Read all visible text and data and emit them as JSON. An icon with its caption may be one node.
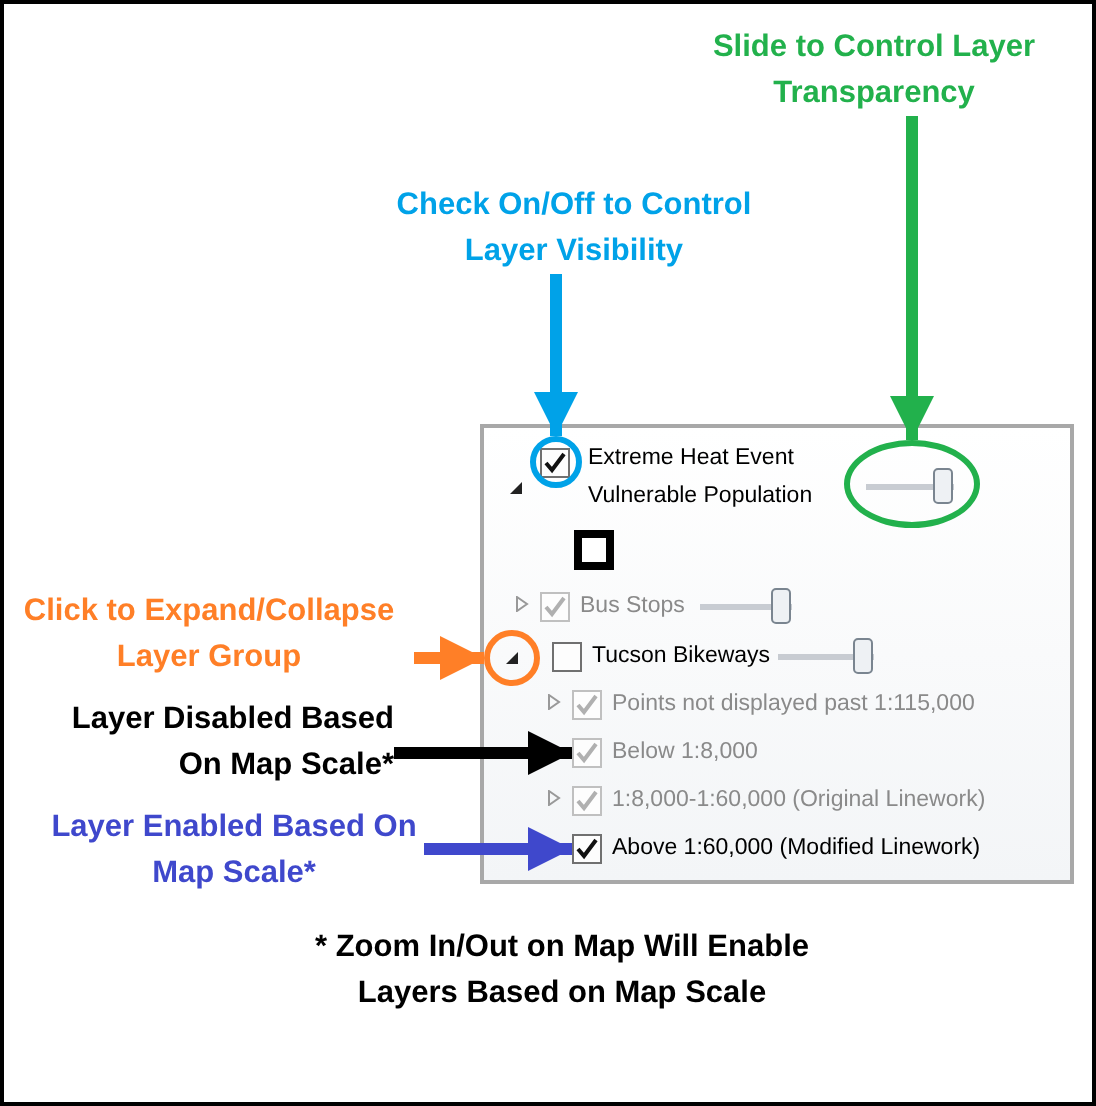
{
  "diagram": {
    "nodes": [
      {
        "text": [
          "Slide to Control Layer Transparency"
        ]
      },
      {
        "text": [
          "Check On/Off to Control Layer Visibility"
        ]
      },
      {
        "text": [],
        "shape": "box"
      },
      {
        "text": [
          "Extreme Heat Event Vulnerable Population"
        ],
        "in": 2
      },
      {
        "text": [],
        "shape": "circle",
        "in": 2
      },
      {
        "text": [],
        "shape": "circle",
        "in": 2
      },
      {
        "text": [],
        "shape": "box",
        "in": 2
      },
      {
        "text": [
          "Bus Stops"
        ],
        "in": 2
      },
      {
        "text": [
          "Click to Expand/Collapse Layer Group"
        ]
      },
      {
        "text": [],
        "shape": "circle",
        "in": 2
      },
      {
        "text": [
          "Tucson Bikeways"
        ],
        "in": 2
      },
      {
        "text": [
          "Points not displayed past 1:115,000"
        ],
        "in": 2
      },
      {
        "text": [
          "Layer Disabled Based On Map Scale*"
        ]
      },
      {
        "text": [
          "Below 1:8,000"
        ],
        "in": 2
      },
      {
        "text": [
          "1:8,000-1:60,000 (Original Linework)"
        ],
        "in": 2
      },
      {
        "text": [
          "Layer Enabled Based On Map Scale*"
        ]
      },
      {
        "text": [
          "Above 1:60,000 (Modified Linework)"
        ],
        "in": 2
      }
    ],
    "edges": [
      {
        "from": 0,
        "to": 5,
        "arrow": "to",
        "color": "#22b14c"
      },
      {
        "from": 1,
        "to": 4,
        "arrow": "to",
        "color": "#00a2e8"
      },
      {
        "from": 8,
        "to": 9,
        "arrow": "to",
        "color": "#ff7f27"
      },
      {
        "from": 12,
        "to": 13,
        "arrow": "to",
        "color": "#000000"
      },
      {
        "from": 15,
        "to": 16,
        "arrow": "to",
        "color": "#3f48cc"
      }
    ],
    "labels": [
      "* Zoom In/Out on Map Will Enable Layers Based on Map Scale"
    ]
  }
}
